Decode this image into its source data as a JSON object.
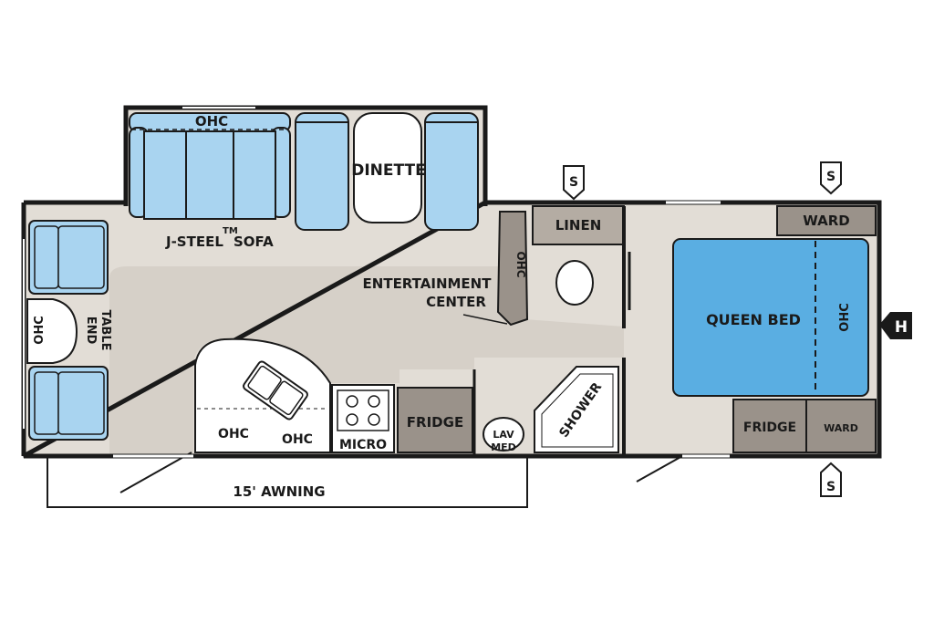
{
  "floorplan": {
    "labels": {
      "ohc_sofa": "OHC",
      "dinette": "DINETTE",
      "sofa_prefix": "J-STEEL",
      "trademark": "TM",
      "sofa_suffix": "SOFA",
      "ohc_end": "OHC",
      "end_table_1": "END",
      "end_table_2": "TABLE",
      "ohc_entertainment": "OHC",
      "entertainment_1": "ENTERTAINMENT",
      "entertainment_2": "CENTER",
      "linen": "LINEN",
      "ward_top": "WARD",
      "queen_bed": "QUEEN BED",
      "ohc_bed": "OHC",
      "ohc_kitchen_1": "OHC",
      "ohc_kitchen_2": "OHC",
      "micro": "MICRO",
      "fridge_kitchen": "FRIDGE",
      "lav": "LAV",
      "med": "MED",
      "shower": "SHOWER",
      "fridge_bedroom": "FRIDGE",
      "ward_bottom": "WARD",
      "awning": "15' AWNING",
      "speaker": "S",
      "hitch": "H"
    },
    "colors": {
      "wall": "#1a1a1a",
      "floor": "#e2ddd6",
      "carpet": "#cfc9c0",
      "cabinet": "#9a928a",
      "cushion_blue": "#a9d4f0",
      "bed_blue": "#5aaee2"
    }
  }
}
